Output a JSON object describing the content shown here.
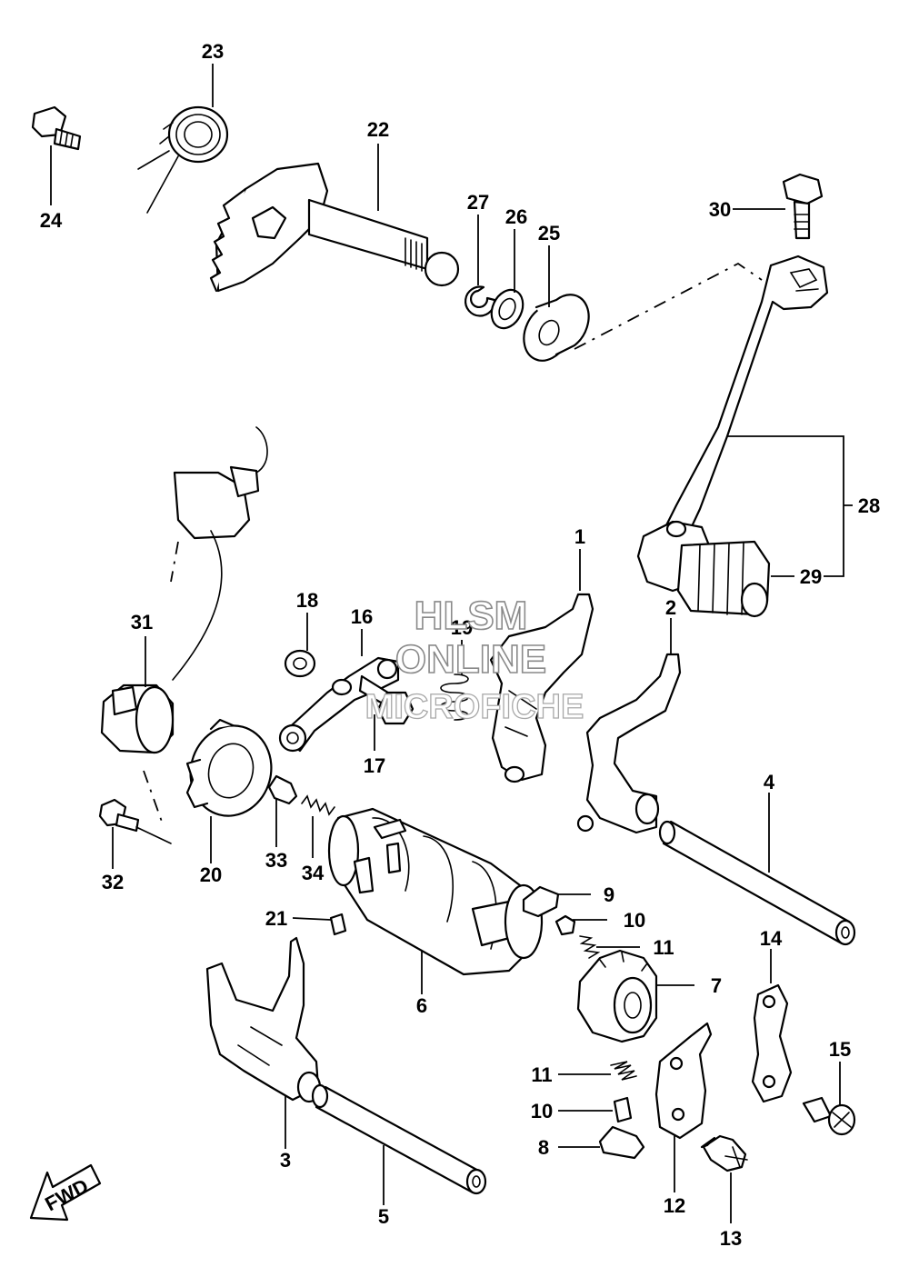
{
  "callouts": [
    "1",
    "2",
    "3",
    "4",
    "5",
    "6",
    "7",
    "8",
    "9",
    "10",
    "10",
    "11",
    "11",
    "12",
    "13",
    "14",
    "15",
    "16",
    "17",
    "18",
    "19",
    "20",
    "21",
    "22",
    "23",
    "24",
    "25",
    "26",
    "27",
    "28",
    "29",
    "30",
    "31",
    "32",
    "33",
    "34"
  ],
  "watermark": {
    "line1": "HLSM",
    "line2": "ONLINE",
    "line3": "MICROFICHE"
  },
  "direction_arrow": {
    "label": "FWD",
    "icon": "arrow-left-down-icon"
  }
}
